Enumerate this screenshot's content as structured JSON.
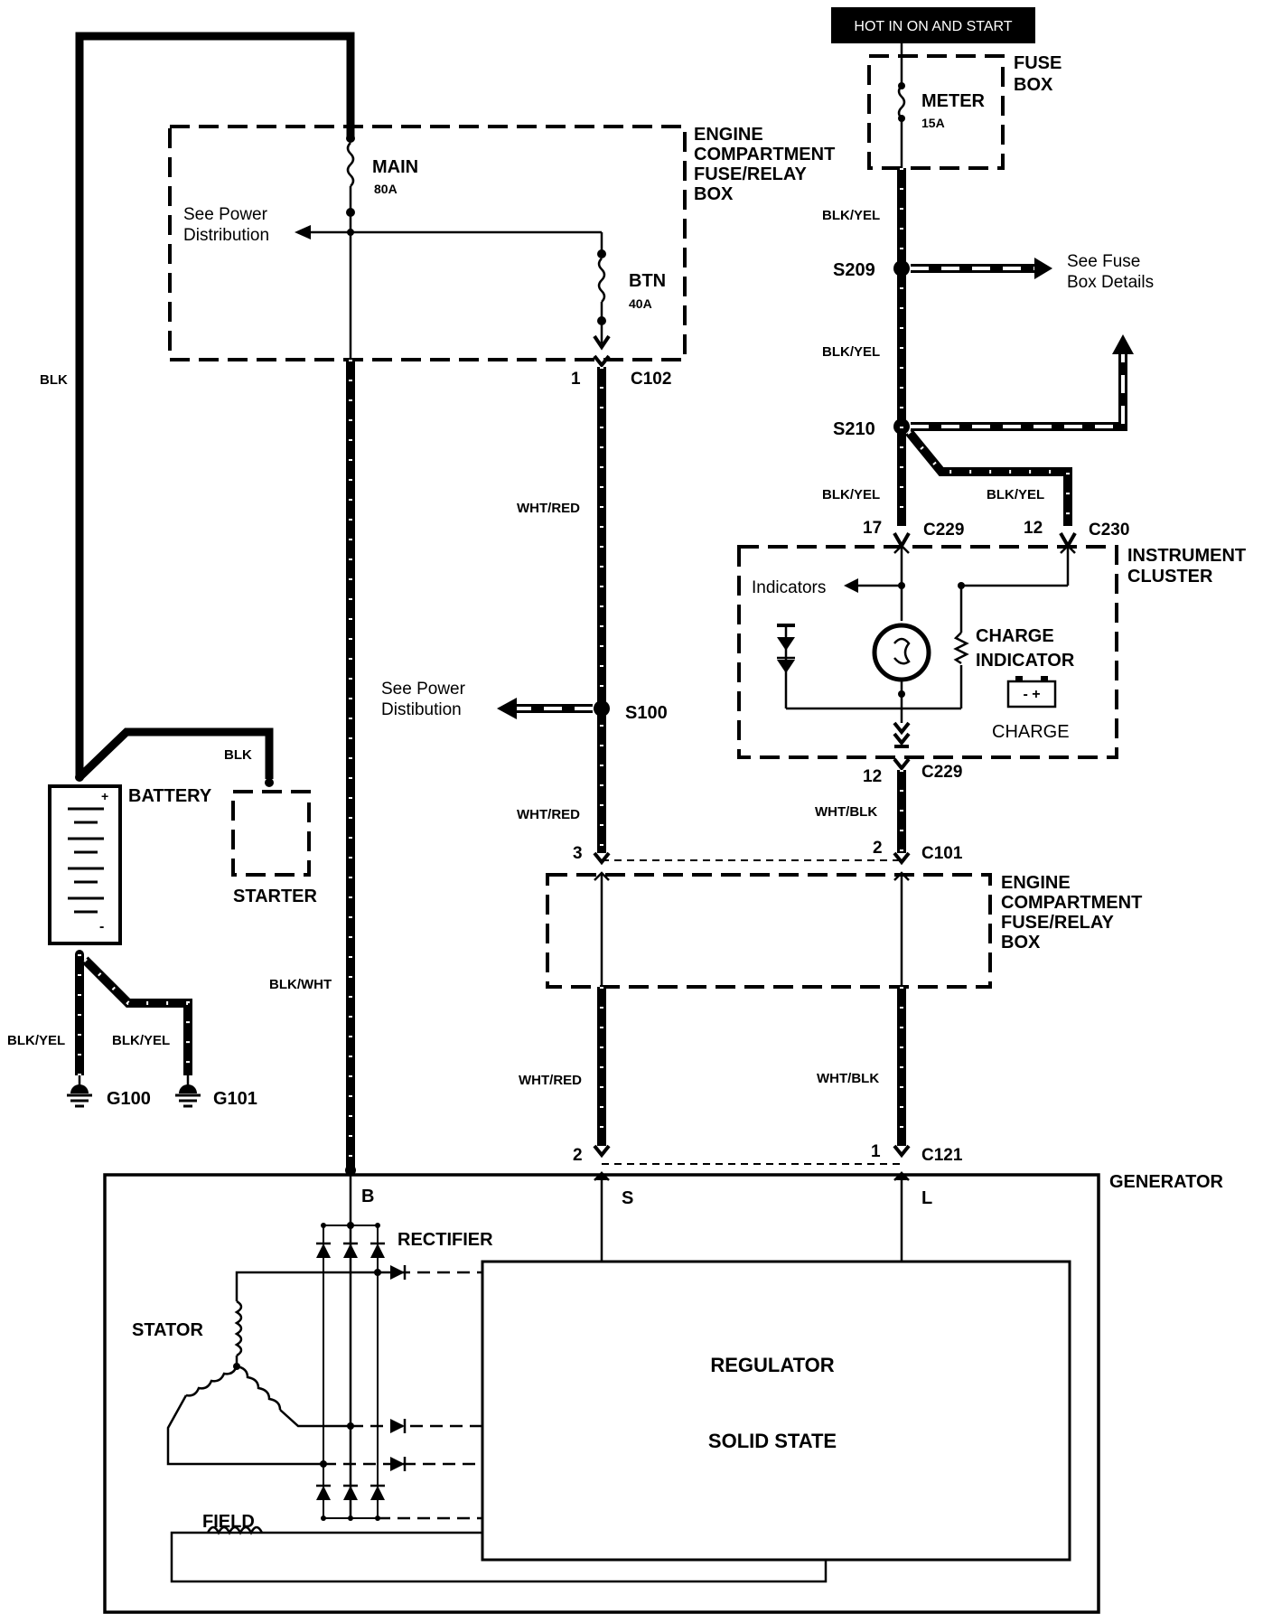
{
  "header": {
    "hot_label": "HOT IN ON AND START"
  },
  "fuse_box": {
    "title_line1": "FUSE",
    "title_line2": "BOX",
    "meter_label": "METER",
    "meter_rating": "15A"
  },
  "engine_box_top": {
    "title_lines": [
      "ENGINE",
      "COMPARTMENT",
      "FUSE/RELAY",
      "BOX"
    ],
    "main_label": "MAIN",
    "main_rating": "80A",
    "btn_label": "BTN",
    "btn_rating": "40A",
    "see_power_line1": "See Power",
    "see_power_line2": "Distribution"
  },
  "engine_box_bottom": {
    "title_lines": [
      "ENGINE",
      "COMPARTMENT",
      "FUSE/RELAY",
      "BOX"
    ]
  },
  "splices": {
    "s209": "S209",
    "s210": "S210",
    "s100": "S100",
    "see_fuse_line1": "See Fuse",
    "see_fuse_line2": "Box Details",
    "see_power_dist_line1": "See Power",
    "see_power_dist_line2": "Distibution"
  },
  "connectors": {
    "c102": "C102",
    "c102_pin": "1",
    "c229_top": "C229",
    "c229_top_pin": "17",
    "c230": "C230",
    "c230_pin": "12",
    "c229_bottom": "C229",
    "c229_bottom_pin": "12",
    "c101": "C101",
    "c101_pin_left": "3",
    "c101_pin_right": "2",
    "c121": "C121",
    "c121_pin_left": "2",
    "c121_pin_right": "1"
  },
  "wires": {
    "blk_main": "BLK",
    "blk_starter": "BLK",
    "blk_wht": "BLK/WHT",
    "blk_yel_g100": "BLK/YEL",
    "blk_yel_g101": "BLK/YEL",
    "wht_red_1": "WHT/RED",
    "wht_red_2": "WHT/RED",
    "wht_red_3": "WHT/RED",
    "blk_yel_1": "BLK/YEL",
    "blk_yel_2": "BLK/YEL",
    "blk_yel_3": "BLK/YEL",
    "blk_yel_4": "BLK/YEL",
    "wht_blk_1": "WHT/BLK",
    "wht_blk_2": "WHT/BLK"
  },
  "instrument_cluster": {
    "title_line1": "INSTRUMENT",
    "title_line2": "CLUSTER",
    "indicators": "Indicators",
    "charge_line1": "CHARGE",
    "charge_line2": "INDICATOR",
    "charge_icon_label": "CHARGE",
    "battery_icon_symbols": "- +"
  },
  "battery": {
    "label": "BATTERY",
    "plus": "+",
    "minus": "-",
    "starter_label": "STARTER"
  },
  "grounds": {
    "g100": "G100",
    "g101": "G101"
  },
  "generator": {
    "title": "GENERATOR",
    "terminal_b": "B",
    "terminal_s": "S",
    "terminal_l": "L",
    "rectifier": "RECTIFIER",
    "stator": "STATOR",
    "field": "FIELD",
    "regulator": "REGULATOR",
    "solid_state": "SOLID STATE"
  }
}
